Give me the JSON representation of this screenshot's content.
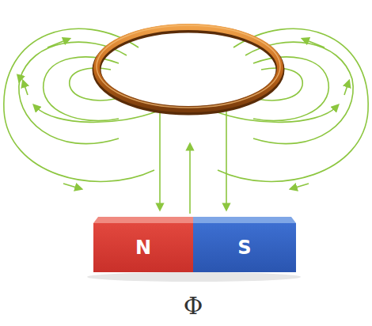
{
  "diagram": {
    "nodes": [
      {
        "text": [
          "N"
        ]
      },
      {
        "text": [
          "S"
        ]
      }
    ],
    "labels": [
      "Φ"
    ]
  }
}
